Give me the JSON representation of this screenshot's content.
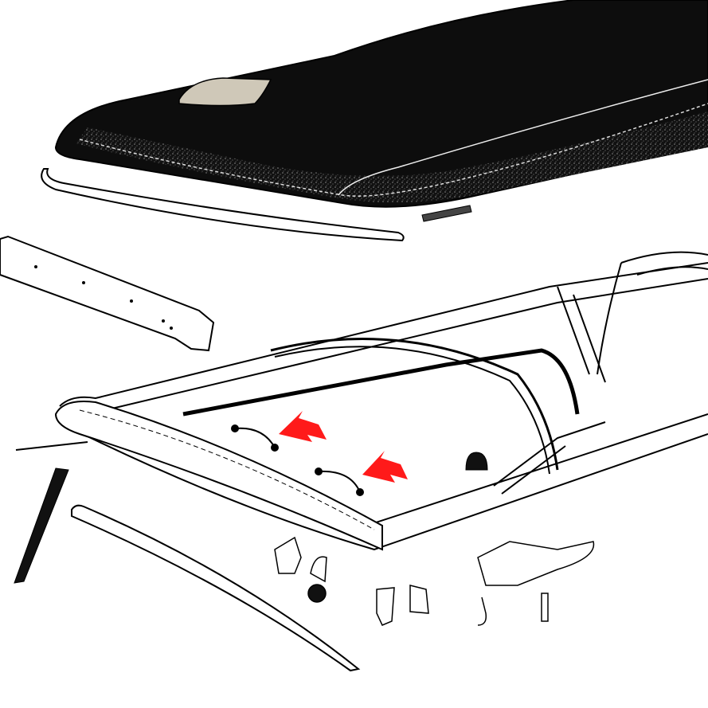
{
  "diagram": {
    "kind": "exploded-parts-illustration",
    "colors": {
      "background": "#ffffff",
      "line": "#1a1a1a",
      "top_fabric": "#0d0d0d",
      "highlight_arrow": "#ff1a1a"
    },
    "callouts": [
      {
        "icon": "red-arrow-icon",
        "target": "strap-1"
      },
      {
        "icon": "red-arrow-icon",
        "target": "strap-2"
      }
    ]
  }
}
